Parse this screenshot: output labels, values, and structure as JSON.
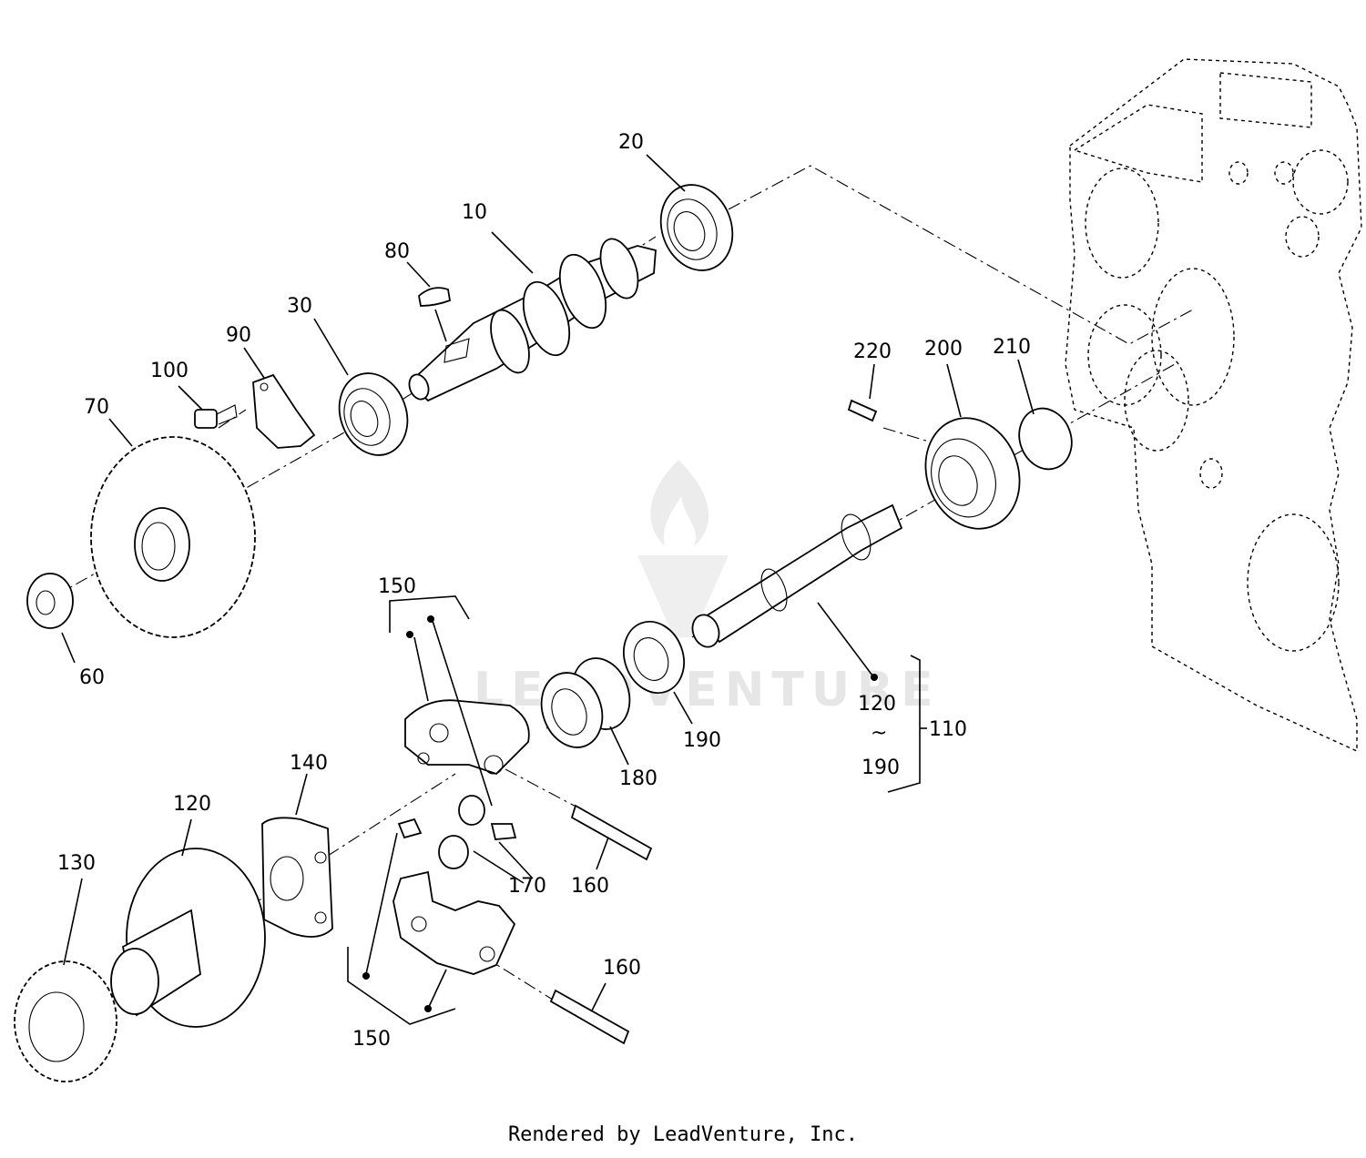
{
  "callouts": {
    "c10": "10",
    "c20": "20",
    "c30": "30",
    "c60": "60",
    "c70": "70",
    "c80": "80",
    "c90": "90",
    "c100": "100",
    "c110": "110",
    "c120a": "120",
    "c120b": "120",
    "c130": "130",
    "c140": "140",
    "c150a": "150",
    "c150b": "150",
    "c160a": "160",
    "c160b": "160",
    "c170": "170",
    "c180": "180",
    "c190a": "190",
    "c190b": "190",
    "c200": "200",
    "c210": "210",
    "c220": "220",
    "tilde": "~"
  },
  "watermark": {
    "text": "LEADVENTURE"
  },
  "footer": {
    "text": "Rendered by LeadVenture, Inc."
  }
}
